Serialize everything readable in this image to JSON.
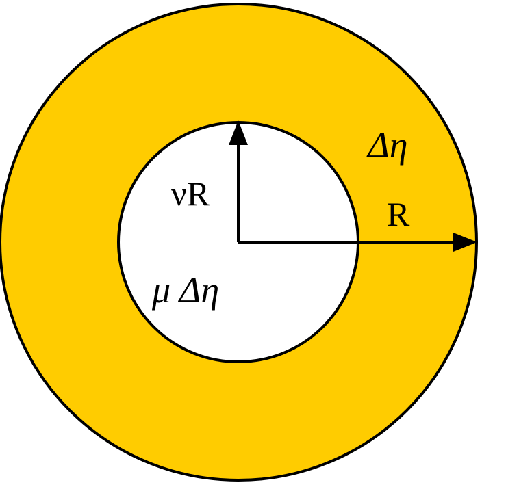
{
  "diagram": {
    "labels": {
      "outer_region": "Δη",
      "outer_radius": "R",
      "inner_radius": "νR",
      "inner_region": "μ Δη"
    },
    "colors": {
      "annulus_fill": "#FFCC00",
      "inner_disk_fill": "#FFFFFF",
      "stroke": "#000000"
    }
  }
}
